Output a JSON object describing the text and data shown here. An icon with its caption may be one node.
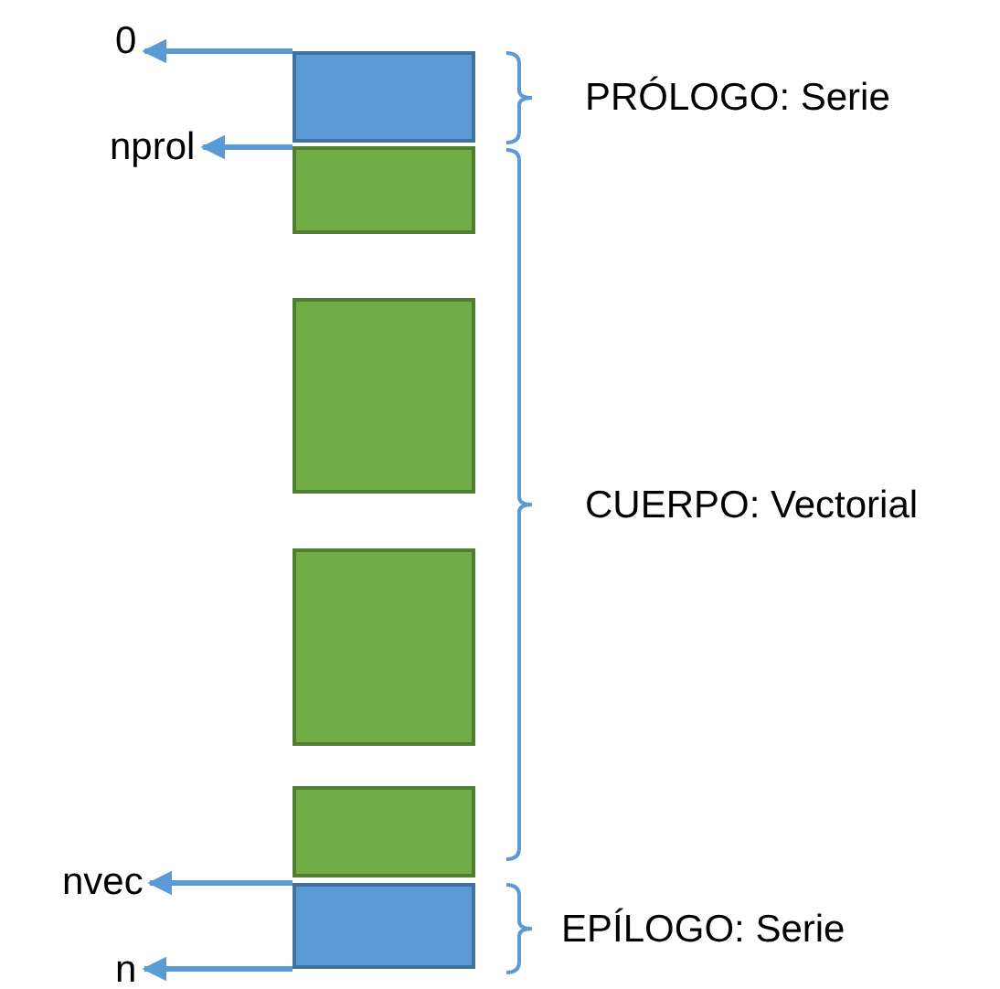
{
  "diagram": {
    "nodes": [
      {
        "text": [
          "0"
        ]
      },
      {
        "text": [],
        "shape": "box"
      },
      {
        "text": [
          "nprol"
        ]
      },
      {
        "text": [],
        "shape": "box"
      },
      {
        "text": [],
        "shape": "box"
      },
      {
        "text": [],
        "shape": "box"
      },
      {
        "text": [],
        "shape": "box"
      },
      {
        "text": [
          "nvec"
        ]
      },
      {
        "text": [],
        "shape": "box"
      },
      {
        "text": [
          "n"
        ]
      }
    ],
    "edges": [
      {
        "from": 1,
        "to": 0,
        "arrow": "to"
      },
      {
        "from": 3,
        "to": 2,
        "arrow": "to"
      },
      {
        "from": 8,
        "to": 7,
        "arrow": "to"
      },
      {
        "from": 8,
        "to": 9,
        "arrow": "to"
      }
    ],
    "labels": [
      "PRÓLOGO: Serie",
      "CUERPO: Vectorial",
      "EPÍLOGO: Serie"
    ]
  }
}
